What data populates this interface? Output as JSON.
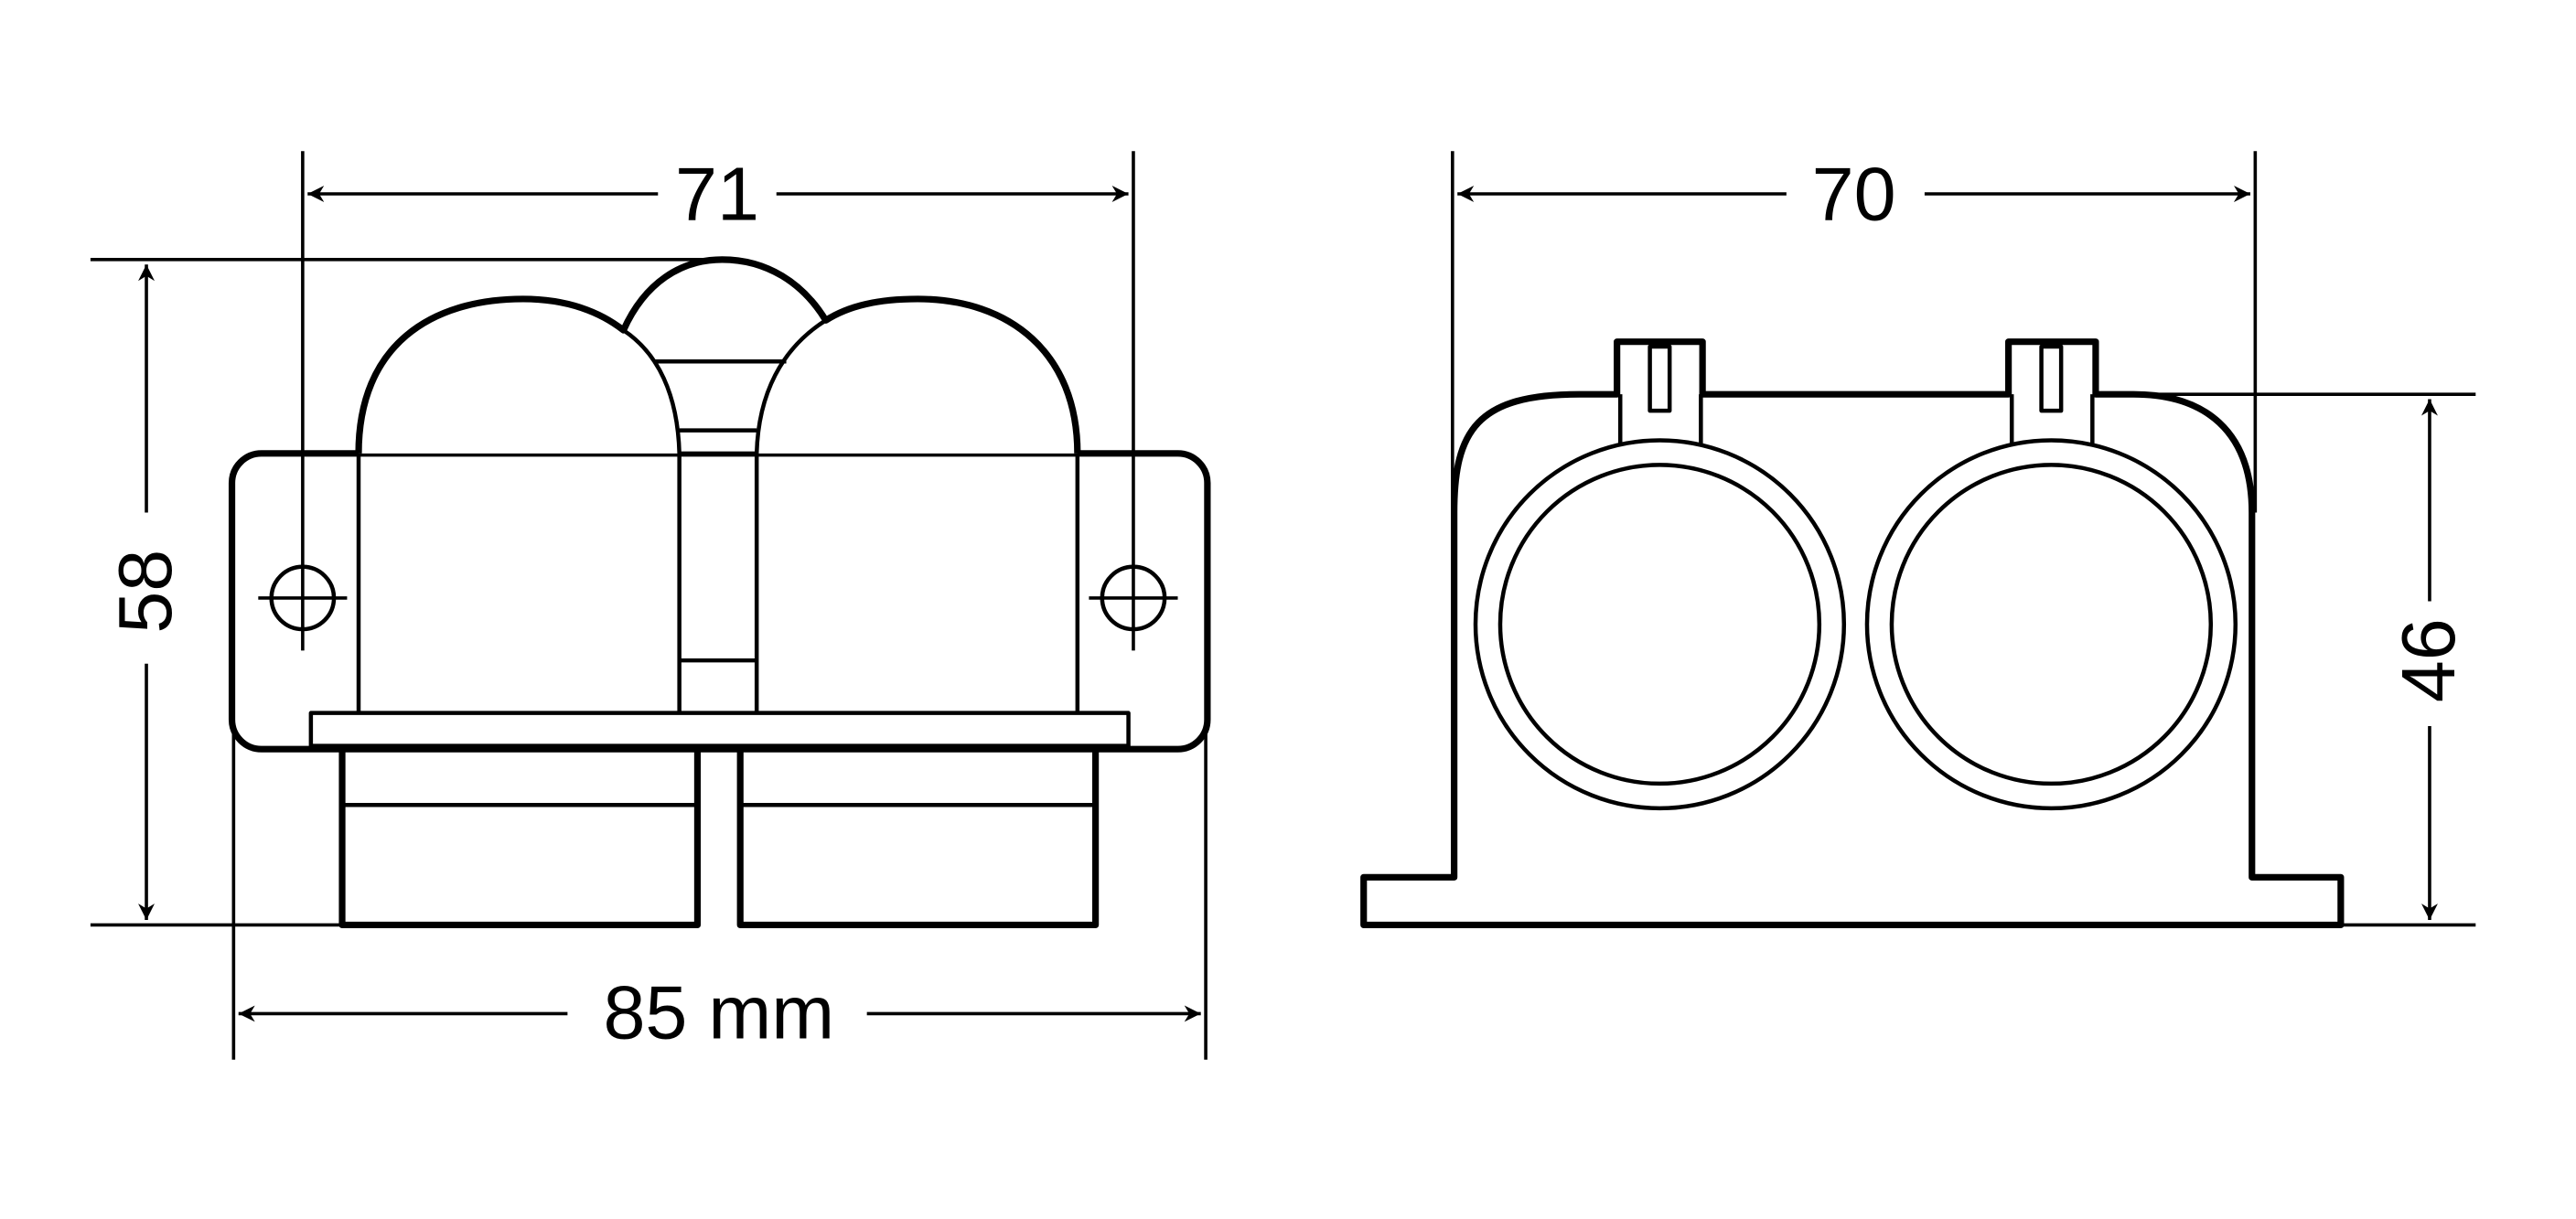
{
  "dimensions": {
    "front_top_width": "71",
    "front_height": "58",
    "front_bottom_width": "85 mm",
    "side_width": "70",
    "side_height": "46"
  },
  "colors": {
    "line": "#000000",
    "background": "#ffffff"
  }
}
